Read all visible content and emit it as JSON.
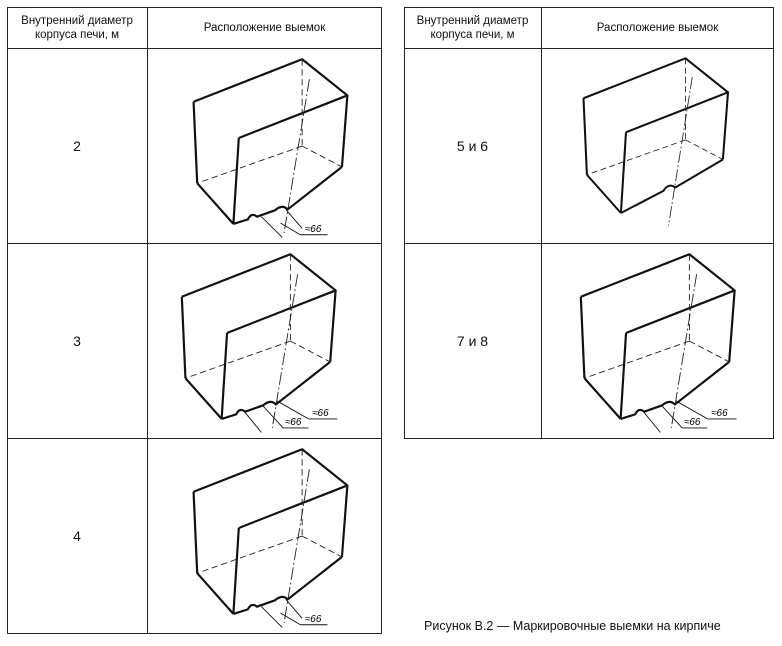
{
  "left_table": {
    "header_diameter": "Внутренний диаметр\nкорпуса печи, м",
    "header_layout": "Расположение выемок",
    "rows": [
      {
        "diameter": "2",
        "dims": [
          "≈66"
        ]
      },
      {
        "diameter": "3",
        "dims": [
          "≈66",
          "≈66"
        ]
      },
      {
        "diameter": "4",
        "dims": [
          "≈66"
        ]
      }
    ]
  },
  "right_table": {
    "header_diameter": "Внутренний диаметр\nкорпуса печи, м",
    "header_layout": "Расположение выемок",
    "rows": [
      {
        "diameter": "5 и 6",
        "dims": []
      },
      {
        "diameter": "7 и 8",
        "dims": [
          "≈66",
          "≈66"
        ]
      }
    ]
  },
  "caption": "Рисунок В.2 — Маркировочные выемки на кирпиче"
}
